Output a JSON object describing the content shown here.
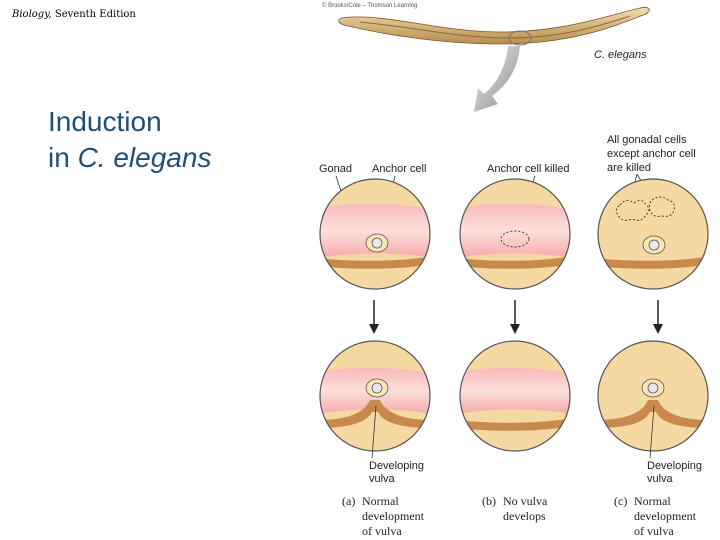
{
  "header": {
    "book_title": "Biology,",
    "edition": "Seventh Edition"
  },
  "slide": {
    "title_line1": "Induction",
    "title_line2_prefix": "in ",
    "title_line2_italic": "C. elegans"
  },
  "figure": {
    "copyright": "© Brooks/Cole – Thomson Learning",
    "species_label": "C. elegans",
    "labels": {
      "gonad": "Gonad",
      "anchor_cell": "Anchor cell",
      "anchor_cell_killed": "Anchor cell killed",
      "all_gonadal_line1": "All gonadal cells",
      "all_gonadal_line2": "except anchor cell",
      "all_gonadal_line3": "are killed",
      "developing_vulva_a_line1": "Developing",
      "developing_vulva_a_line2": "vulva",
      "developing_vulva_c_line1": "Developing",
      "developing_vulva_c_line2": "vulva"
    },
    "captions": {
      "a": {
        "letter": "(a)",
        "line1": "Normal",
        "line2": "development",
        "line3": "of vulva"
      },
      "b": {
        "letter": "(b)",
        "line1": "No vulva",
        "line2": "develops"
      },
      "c": {
        "letter": "(c)",
        "line1": "Normal",
        "line2": "development",
        "line3": "of vulva"
      }
    },
    "colors": {
      "tan": "#f6d8a2",
      "pink": "#f5aeb0",
      "band_light": "#fbd6cf",
      "outline": "#555555",
      "cell_fill": "#e9e5ef"
    }
  }
}
